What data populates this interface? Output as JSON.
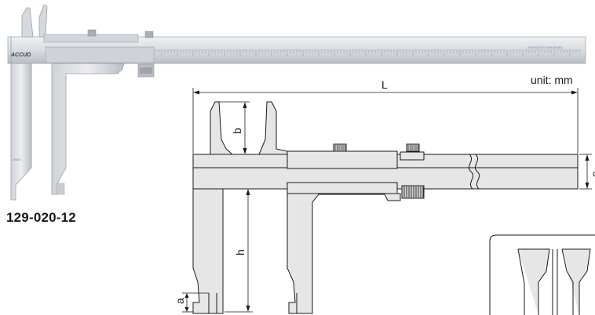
{
  "product": {
    "brand_logo_text": "ACCUD",
    "model_code": "129-020-12",
    "scale_marking": "STAINLESS HARDENED",
    "jaw_marking": "INOX"
  },
  "drawing": {
    "unit_label": "unit: mm",
    "dimensions": {
      "length": "L",
      "jaw_depth_b": "b",
      "beam_height_c": "c",
      "jaw_length_h": "h",
      "jaw_tip_a": "a"
    }
  },
  "colors": {
    "steel_light": "#dfe2e6",
    "steel_mid": "#c7ccd2",
    "steel_dark": "#9aa0a8",
    "drawing_fill": "#e6e6e6",
    "line": "#1a1a1a"
  }
}
